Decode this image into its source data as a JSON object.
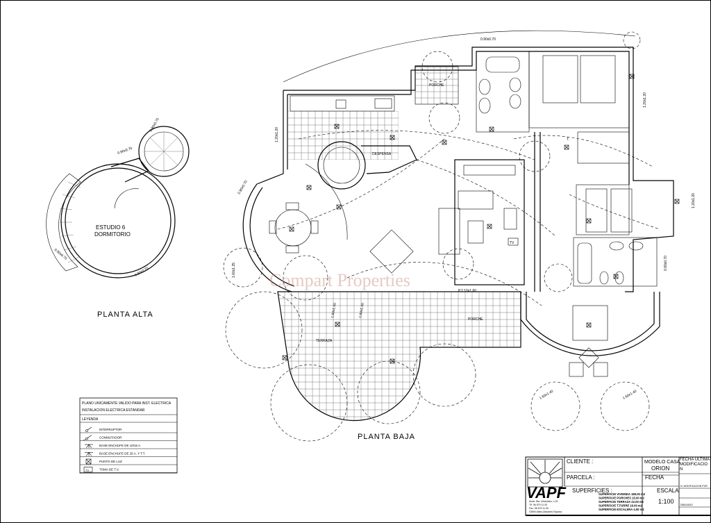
{
  "drawing": {
    "upper_floor": {
      "title": "PLANTA ALTA",
      "room": [
        "ESTUDIO 6",
        "DORMITORIO"
      ],
      "window_labels": [
        "0.90x0.70",
        "0.90x0.70",
        "0.90x0.70",
        "0.90x0.70"
      ]
    },
    "ground_floor": {
      "title": "PLANTA BAJA",
      "rooms": {
        "porche_top": "PORCHE",
        "despensa": "DESPENSA",
        "terraza": "TERRAZA",
        "porche_bottom": "PORCHE"
      },
      "window_labels": {
        "top": "0.90x0.70",
        "left": "1.20x1.20",
        "right_top": "1.20x1.20",
        "right_mid": "1.20x1.20",
        "right_low": "0.90x0.70",
        "left_round": "0.90x0.70",
        "left_low": "1.60x1.25",
        "door": "P.2.10x1.60",
        "bottom_left": "1.60x1.40",
        "bottom_right": "1.60x1.40",
        "terrace_a": "1.60x1.40",
        "terrace_b": "1.60x1.40",
        "stair": "T.",
        "tv": "TV"
      }
    },
    "watermark": "Compart Properties"
  },
  "legend": {
    "note_line1": "PLANO UNICAMENTE VALIDO PARA INST. ELECTRICA",
    "note_line2": "INSTALACION ELECTRICA ESTANDAR",
    "heading": "LEYENDA",
    "items": [
      {
        "icon": "switch-icon",
        "label": "INTERRUPTOR"
      },
      {
        "icon": "commutator-icon",
        "label": "CONMUTADOR"
      },
      {
        "icon": "socket-icon",
        "label": "BASE ENCHUFE DE 10/16 A."
      },
      {
        "icon": "socket-tt-icon",
        "label": "BASE ENCHUFE DE 25 A. Y T.T."
      },
      {
        "icon": "light-point-icon",
        "label": "PUNTO DE LUZ"
      },
      {
        "icon": "tv-socket-icon",
        "label": "TOMA DE T.V.",
        "symbol": "TV"
      }
    ]
  },
  "title_block": {
    "logo_text": "VAPF",
    "logo_address": [
      "Avda. Sta. Velandres, n 23",
      "Tlf. 96 579 11 00",
      "Fax. 96 579 11 00",
      "03590 Altea (Alicante) Espana"
    ],
    "cliente_label": "CLIENTE :",
    "modelo_label": "MODELO CASA",
    "modelo_value": "ORION",
    "parcela_label": "PARCELA :",
    "fecha_label": "FECHA",
    "superficies_label": "SUPERFICIES :",
    "superficies": [
      "SUPERFICIE VIVIENDA  185.00 m2",
      "SUPERFICIE PORCHES    15.00 m2",
      "SUPERFICIE TERRAZA    22.00 m2",
      "SUPERFICIE T.TORRE    16.00 m2",
      "SUPERFICIE ESCALERA    4.00 m2"
    ],
    "escala_label": "ESCALA",
    "escala_value": "1:100",
    "right_top": "FECHA ULTIMA MODIFICACION",
    "right_mid": "N. MODIFICACION POR",
    "right_bottom": "DIBUJADO"
  }
}
